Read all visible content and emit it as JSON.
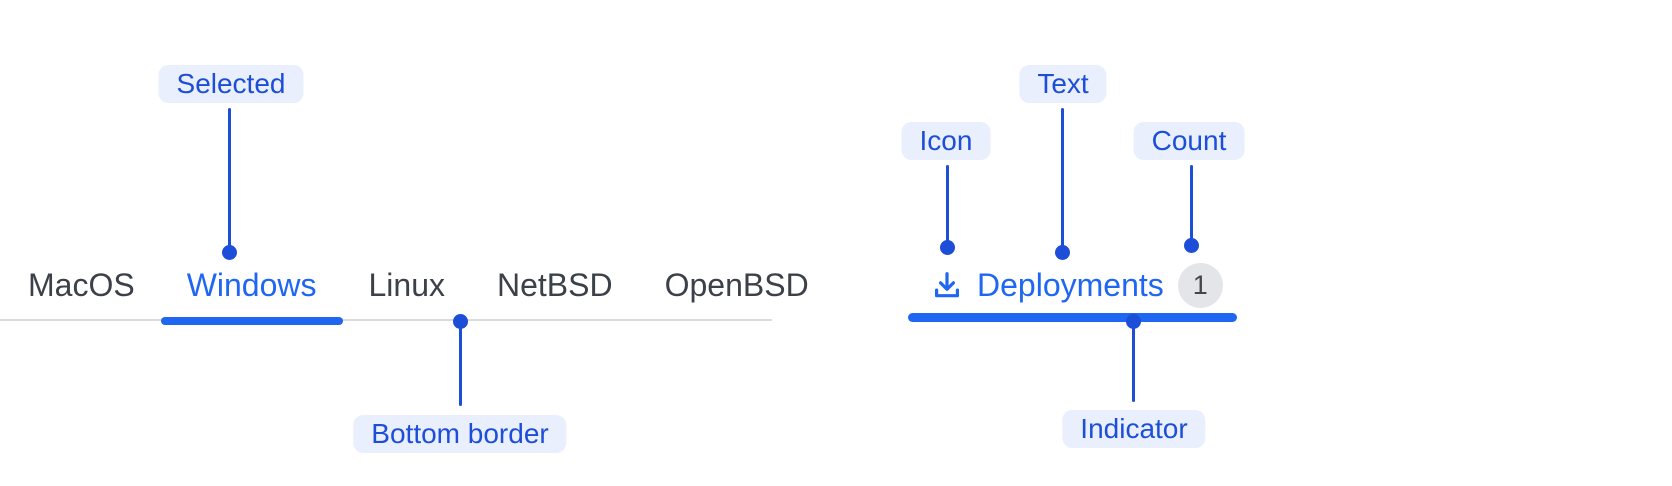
{
  "colors": {
    "accent_blue": "#1f66f2",
    "annotation_blue": "#1d4ed8",
    "annotation_pill_bg": "#e9effc",
    "inactive_tab_text": "#3c4149",
    "tabbar_border_gray": "#d9dbdf",
    "badge_bg": "#e3e5e8",
    "badge_text": "#43474d",
    "background": "#ffffff"
  },
  "tab_bar": {
    "tabs": [
      {
        "label": "MacOS",
        "selected": false
      },
      {
        "label": "Windows",
        "selected": true
      },
      {
        "label": "Linux",
        "selected": false
      },
      {
        "label": "NetBSD",
        "selected": false
      },
      {
        "label": "OpenBSD",
        "selected": false
      }
    ]
  },
  "deployments_tab": {
    "icon": "download-icon",
    "label": "Deployments",
    "count": "1",
    "selected": true
  },
  "annotations": {
    "selected": "Selected",
    "bottom_border": "Bottom border",
    "icon": "Icon",
    "text": "Text",
    "count": "Count",
    "indicator": "Indicator"
  }
}
